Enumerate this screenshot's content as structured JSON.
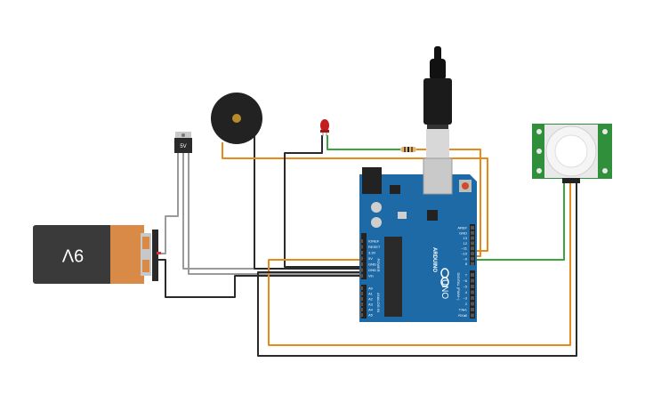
{
  "battery": {
    "label": "9V"
  },
  "regulator": {
    "label": "5V"
  },
  "arduino": {
    "brand_text": "ARDUINO",
    "model_text": "UNO",
    "power_header_title": "POWER",
    "analog_header_title": "ANALOG IN",
    "digital_header_title": "DIGITAL (PWM~)",
    "power_pins": [
      "IOREF",
      "RESET",
      "3.3V",
      "5V",
      "GND",
      "GND",
      "Vin"
    ],
    "analog_pins": [
      "A0",
      "A1",
      "A2",
      "A3",
      "A4",
      "A5"
    ],
    "top_digital_pins": [
      "AREF",
      "GND",
      "13",
      "12",
      "~11",
      "~10",
      "~9",
      "8"
    ],
    "bottom_digital_pins": [
      "7",
      "~6",
      "~5",
      "4",
      "~3",
      "2",
      "TX▸1",
      "RX◂0"
    ]
  },
  "pir": {
    "left_text": "",
    "right_text": ""
  },
  "colors": {
    "wire_orange": "#e8891c",
    "wire_black": "#2a2a2a",
    "wire_gray": "#9a9a9a",
    "wire_green": "#3aa53a",
    "board_blue": "#1e6aa6",
    "pir_green": "#2f8f3a",
    "battery_orange": "#d88a46"
  }
}
